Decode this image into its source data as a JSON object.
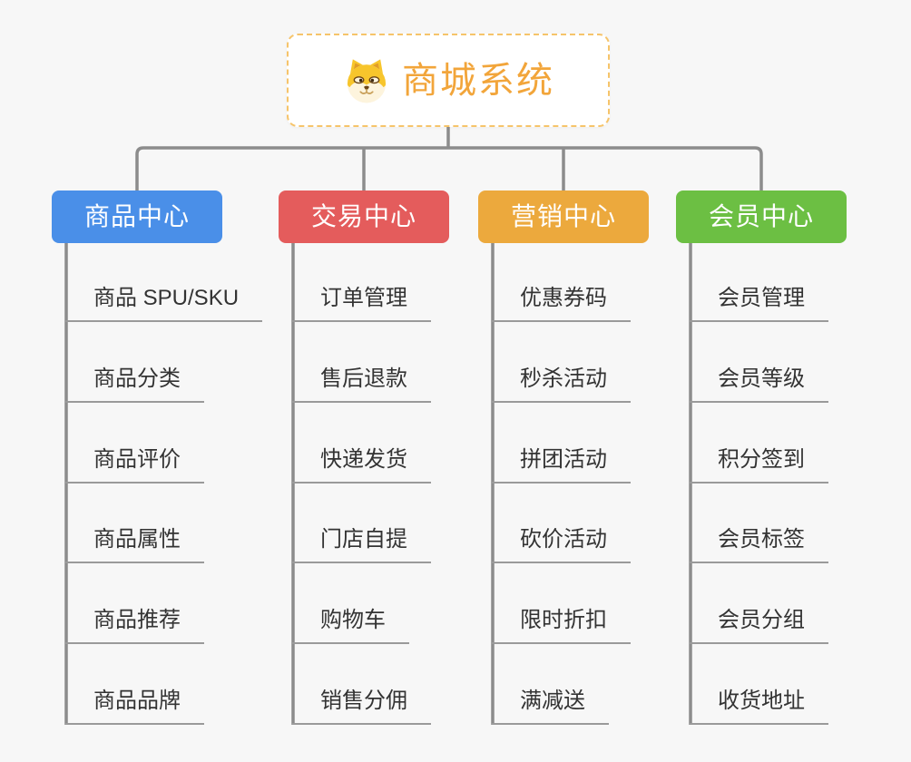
{
  "root": {
    "title": "商城系统",
    "icon": "dog-face-icon",
    "accent_color": "#f2a53a",
    "border_color": "#f6c46a"
  },
  "branches": [
    {
      "id": "product-center",
      "label": "商品中心",
      "color": "#4a8fe8",
      "items": [
        "商品 SPU/SKU",
        "商品分类",
        "商品评价",
        "商品属性",
        "商品推荐",
        "商品品牌"
      ]
    },
    {
      "id": "trade-center",
      "label": "交易中心",
      "color": "#e45c5c",
      "items": [
        "订单管理",
        "售后退款",
        "快递发货",
        "门店自提",
        "购物车",
        "销售分佣"
      ]
    },
    {
      "id": "marketing-center",
      "label": "营销中心",
      "color": "#eca93d",
      "items": [
        "优惠券码",
        "秒杀活动",
        "拼团活动",
        "砍价活动",
        "限时折扣",
        "满减送"
      ]
    },
    {
      "id": "member-center",
      "label": "会员中心",
      "color": "#6cbf43",
      "items": [
        "会员管理",
        "会员等级",
        "积分签到",
        "会员标签",
        "会员分组",
        "收货地址"
      ]
    }
  ],
  "colors": {
    "connector": "#8c8c8c",
    "leaf_underline": "#9a9a9a",
    "leaf_text": "#333333",
    "header_text": "#ffffff",
    "background": "#f7f7f7"
  }
}
